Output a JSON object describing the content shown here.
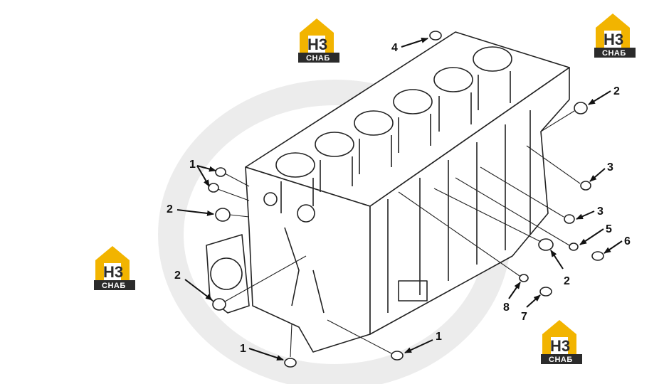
{
  "callouts": {
    "c1a": "1",
    "c1b": "1",
    "c1c": "1",
    "c2a": "2",
    "c2b": "2",
    "c2c": "2",
    "c2d": "2",
    "c3a": "3",
    "c3b": "3",
    "c4": "4",
    "c5": "5",
    "c6": "6",
    "c7": "7",
    "c8": "8"
  },
  "logo": {
    "main": "Н3",
    "sub": "СНАБ"
  },
  "colors": {
    "logo_yellow": "#f2b400",
    "logo_dark": "#2b2b2b",
    "line": "#222222",
    "watermark": "#ececec"
  }
}
